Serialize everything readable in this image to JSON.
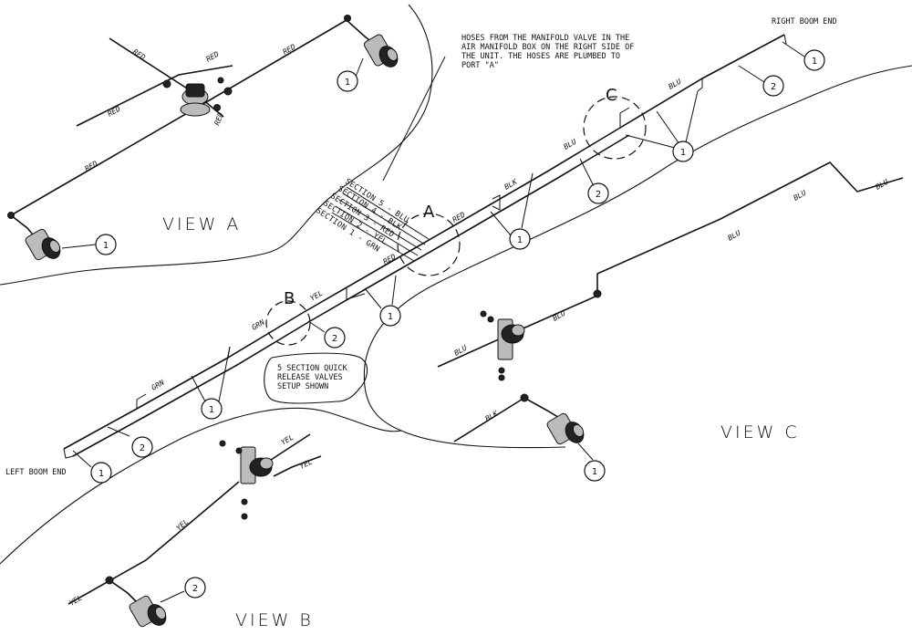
{
  "labels": {
    "view_a": "VIEW A",
    "view_b": "VIEW B",
    "view_c": "VIEW C",
    "detail_a": "A",
    "detail_b": "B",
    "detail_c": "C",
    "right_boom_end": "RIGHT BOOM END",
    "left_boom_end": "LEFT BOOM END",
    "setup_note": [
      "5 SECTION QUICK",
      "RELEASE VALVES",
      "SETUP SHOWN"
    ],
    "manifold_note": [
      "HOSES FROM THE MANIFOLD VALVE IN THE",
      "AIR MANIFOLD BOX ON THE RIGHT SIDE OF",
      "THE UNIT. THE HOSES ARE PLUMBED TO",
      "PORT \"A\""
    ],
    "sections": [
      "SECTION 5 - BLU",
      "SECTION 4 - BLK",
      "SECTION 3 - RED",
      "SECTION 2 - YEL",
      "SECTION 1 - GRN"
    ]
  },
  "hose_colors": {
    "red": "RED",
    "blu": "BLU",
    "blk": "BLK",
    "yel": "YEL",
    "grn": "GRN"
  },
  "callouts": {
    "one": "1",
    "two": "2"
  }
}
